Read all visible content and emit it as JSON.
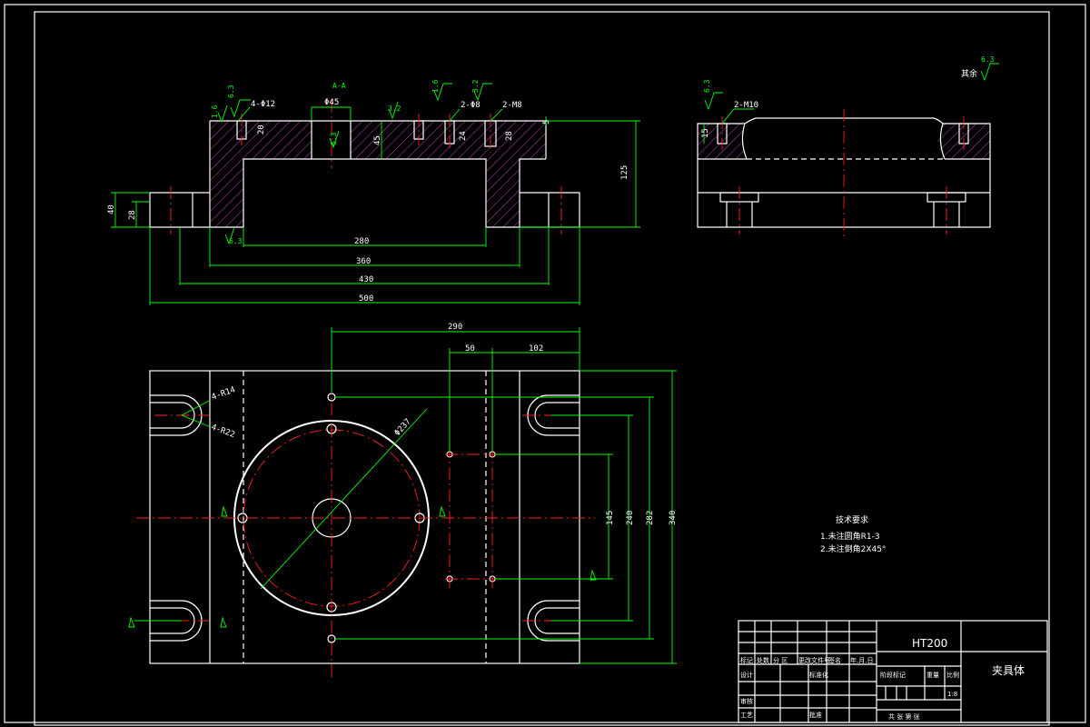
{
  "section_label": "A-A",
  "roughness": {
    "general_label": "其余",
    "general_value": "6.3",
    "values": [
      "6.3",
      "1.6",
      "3.2",
      "1.6",
      "3.2",
      "6.3",
      "6.3",
      "6.3"
    ]
  },
  "front_view_dims": {
    "holes_4": "4-Φ12",
    "bore": "Φ45",
    "holes_2_d8": "2-Φ8",
    "holes_2_m8": "2-M8",
    "d20": "20",
    "d24": "24",
    "d28_hole": "28",
    "d45": "45",
    "d5": "5",
    "d125": "125",
    "d40": "40",
    "d28": "28",
    "d280": "280",
    "d360": "360",
    "d430": "430",
    "d500": "500"
  },
  "side_view_dims": {
    "thread": "2-M10",
    "d15": "15"
  },
  "top_view_dims": {
    "d290": "290",
    "d50": "50",
    "d102": "102",
    "slot_r14": "4-R14",
    "slot_r22": "4-R22",
    "circle": "Φ237",
    "d145": "145",
    "d240": "240",
    "d282": "282",
    "d340": "340"
  },
  "tech_requirements": {
    "title": "技术要求",
    "items": [
      "1.未注圆角R1-3",
      "2.未注倒角2X45°"
    ]
  },
  "title_block": {
    "material": "HT200",
    "part_name": "夹具体",
    "row_labels": [
      "标记",
      "设计",
      "审核",
      "工艺"
    ],
    "col_labels": [
      "处数",
      "分 区",
      "更改文件号",
      "签名",
      "年.月.日"
    ],
    "standard_label": "标准化",
    "approve_label": "批准",
    "stage_label": "阶段标记",
    "weight_label": "重量",
    "scale_label": "比例",
    "scale_value": "1:8",
    "sheet_text": "共  张  第  张"
  }
}
